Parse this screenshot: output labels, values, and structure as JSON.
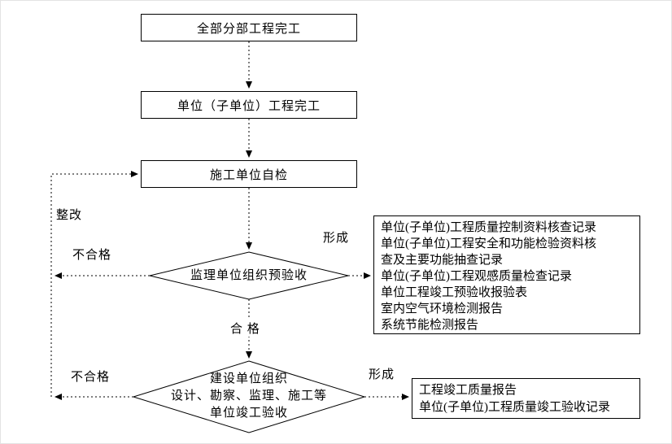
{
  "flow": {
    "box_all_divisions": "全部分部工程完工",
    "box_unit_complete": "单位（子单位）工程完工",
    "box_self_check": "施工单位自检",
    "diamond_pre_acceptance": "监理单位组织预验收",
    "diamond_final": {
      "line1": "建设单位组织",
      "line2": "设计、勘察、监理、施工等",
      "line3": "单位竣工验收"
    },
    "labels": {
      "rectify": "整改",
      "fail_1": "不合格",
      "form_1": "形成",
      "pass": "合 格",
      "fail_2": "不合格",
      "form_2": "形成"
    },
    "docs_pre": [
      "单位(子单位)工程质量控制资料核查记录",
      "单位(子单位)工程安全和功能检验资料核",
      "查及主要功能抽查记录",
      "单位(子单位)工程观感质量检查记录",
      "单位工程竣工预验收报验表",
      "室内空气环境检测报告",
      "系统节能检测报告"
    ],
    "docs_final": [
      "工程竣工质量报告",
      "单位(子单位)工程质量竣工验收记录"
    ],
    "colors": {
      "line": "#000000",
      "background": "#ffffff"
    }
  }
}
